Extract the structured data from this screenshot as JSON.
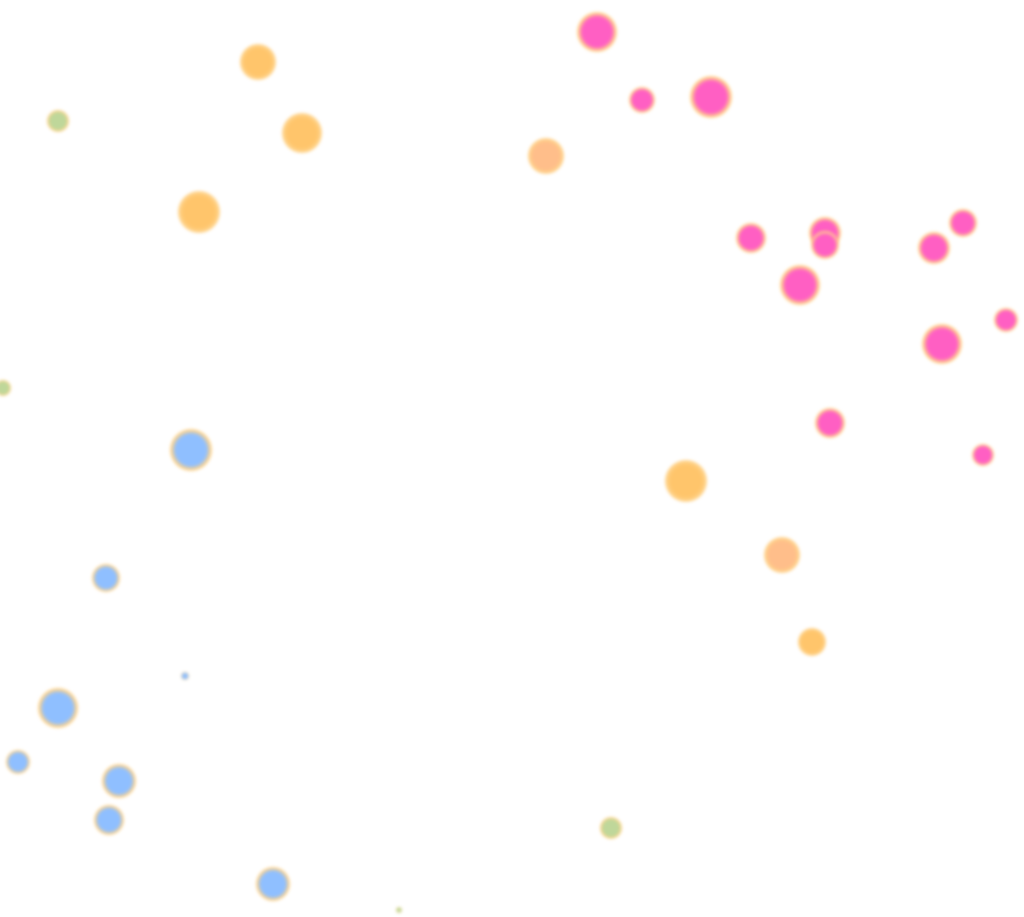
{
  "palette": {
    "halo": "#ffd38a",
    "pink": "#ff5fc3",
    "blue": "#8fbfff",
    "green": "#bfd79a",
    "peach": "#ffbe8a",
    "amber": "#ffc56b"
  },
  "orbs": [
    {
      "core": "pink"
    },
    {
      "core": "pink"
    },
    {
      "core": "pink"
    },
    {
      "core": "pink"
    },
    {
      "core": "pink"
    },
    {
      "core": "pink"
    },
    {
      "core": "pink"
    },
    {
      "core": "pink"
    },
    {
      "core": "pink"
    },
    {
      "core": "pink"
    },
    {
      "core": "pink"
    },
    {
      "core": "pink"
    },
    {
      "core": "pink"
    },
    {
      "core": "peach"
    },
    {
      "core": "peach"
    },
    {
      "core": "amber"
    },
    {
      "core": "amber"
    },
    {
      "core": "amber"
    },
    {
      "core": "amber"
    },
    {
      "core": "amber"
    },
    {
      "core": "green"
    },
    {
      "core": "green"
    },
    {
      "core": "green"
    },
    {
      "core": "blue"
    },
    {
      "core": "blue"
    },
    {
      "core": "blue"
    },
    {
      "core": "blue"
    },
    {
      "core": "blue"
    },
    {
      "core": "blue"
    },
    {
      "core": "blue"
    },
    {
      "core": "blue"
    },
    {
      "core": "green"
    }
  ]
}
